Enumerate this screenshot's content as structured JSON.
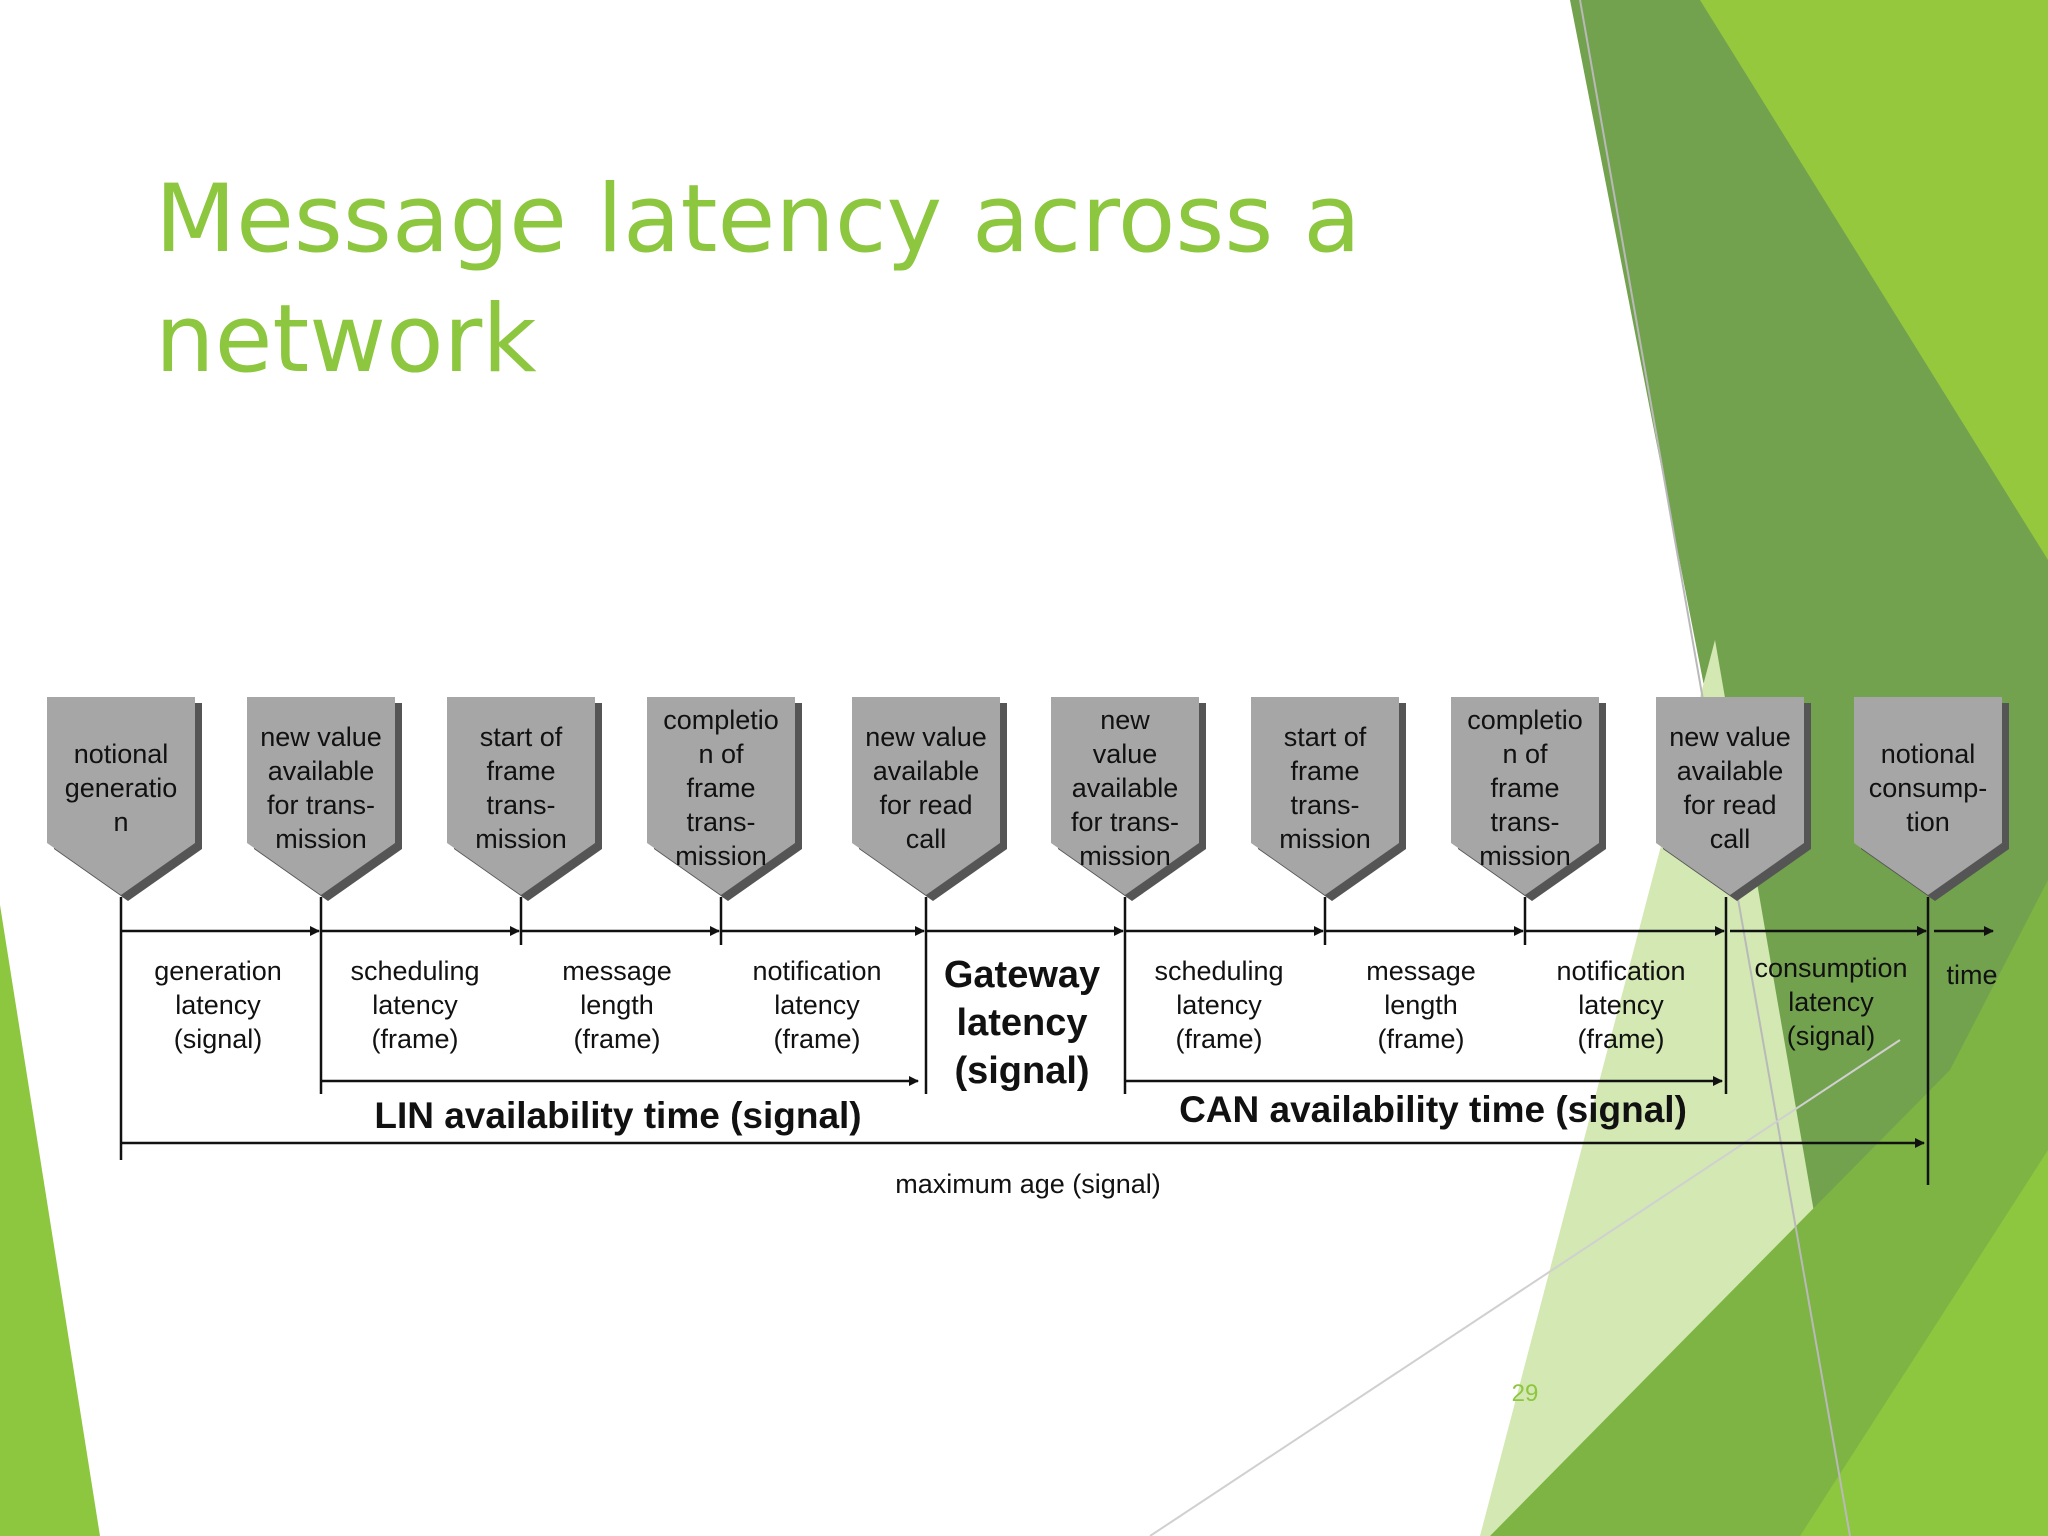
{
  "slide": {
    "title_line1": "Message latency across a",
    "title_line2": "network",
    "page_number": "29"
  },
  "diagram": {
    "events": [
      {
        "id": "notional-generation",
        "lines": [
          "notional",
          "generatio",
          "n"
        ]
      },
      {
        "id": "new-value-available-for-transmission-lin",
        "lines": [
          "new value",
          "available",
          "for trans-",
          "mission"
        ]
      },
      {
        "id": "start-of-frame-transmission-lin",
        "lines": [
          "start of",
          "frame",
          "trans-",
          "mission"
        ]
      },
      {
        "id": "completion-of-frame-transmission-lin",
        "lines": [
          "completio",
          "n of",
          "frame",
          "trans-",
          "mission"
        ]
      },
      {
        "id": "new-value-available-for-read-call-lin",
        "lines": [
          "new value",
          "available",
          "for read",
          "call"
        ]
      },
      {
        "id": "new-value-available-for-transmission-can",
        "lines": [
          "new",
          "value",
          "available",
          "for trans-",
          "mission"
        ]
      },
      {
        "id": "start-of-frame-transmission-can",
        "lines": [
          "start of",
          "frame",
          "trans-",
          "mission"
        ]
      },
      {
        "id": "completion-of-frame-transmission-can",
        "lines": [
          "completio",
          "n of",
          "frame",
          "trans-",
          "mission"
        ]
      },
      {
        "id": "new-value-available-for-read-call-can",
        "lines": [
          "new value",
          "available",
          "for read",
          "call"
        ]
      },
      {
        "id": "notional-consumption",
        "lines": [
          "notional",
          "consump-",
          "tion"
        ]
      }
    ],
    "intervals": [
      {
        "id": "generation-latency",
        "lines": [
          "generation",
          "latency",
          "(signal)"
        ],
        "bold": false
      },
      {
        "id": "scheduling-latency-lin",
        "lines": [
          "scheduling",
          "latency",
          "(frame)"
        ],
        "bold": false
      },
      {
        "id": "message-length-lin",
        "lines": [
          "message",
          "length",
          "(frame)"
        ],
        "bold": false
      },
      {
        "id": "notification-latency-lin",
        "lines": [
          "notification",
          "latency",
          "(frame)"
        ],
        "bold": false
      },
      {
        "id": "gateway-latency",
        "lines": [
          "Gateway",
          "latency",
          "(signal)"
        ],
        "bold": true
      },
      {
        "id": "scheduling-latency-can",
        "lines": [
          "scheduling",
          "latency",
          "(frame)"
        ],
        "bold": false
      },
      {
        "id": "message-length-can",
        "lines": [
          "message",
          "length",
          "(frame)"
        ],
        "bold": false
      },
      {
        "id": "notification-latency-can",
        "lines": [
          "notification",
          "latency",
          "(frame)"
        ],
        "bold": false
      },
      {
        "id": "consumption-latency",
        "lines": [
          "consumption",
          "latency",
          "(signal)"
        ],
        "bold": false
      }
    ],
    "time_label": "time",
    "lin_availability_label": "LIN availability time (signal)",
    "can_availability_label": "CAN availability time (signal)",
    "maximum_age_label": "maximum age (signal)",
    "colors": {
      "marker_fill": "#a6a6a6",
      "marker_shadow": "#555555",
      "line": "#111111",
      "title_green": "#8dc63f"
    }
  }
}
